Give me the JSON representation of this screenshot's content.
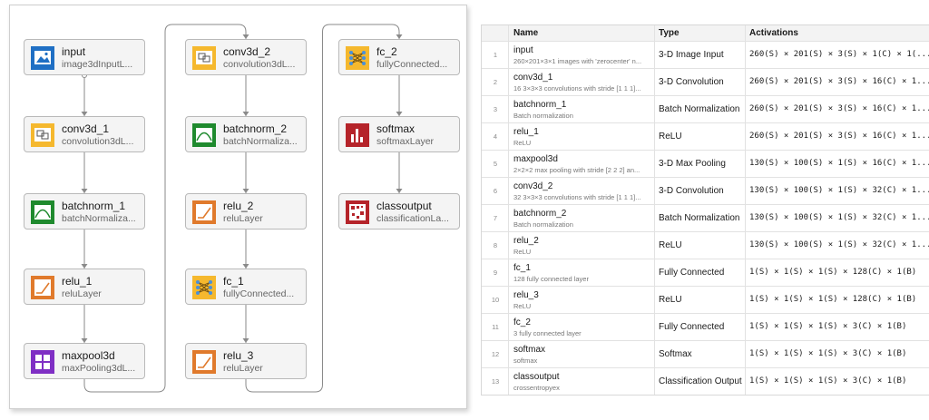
{
  "graph": {
    "nodes": [
      {
        "name": "input",
        "type": "image3dInputL...",
        "icon": "image-input-icon"
      },
      {
        "name": "conv3d_1",
        "type": "convolution3dL...",
        "icon": "convolution-icon"
      },
      {
        "name": "batchnorm_1",
        "type": "batchNormaliza...",
        "icon": "batch-normalization-icon"
      },
      {
        "name": "relu_1",
        "type": "reluLayer",
        "icon": "relu-icon"
      },
      {
        "name": "maxpool3d",
        "type": "maxPooling3dL...",
        "icon": "max-pooling-icon"
      },
      {
        "name": "conv3d_2",
        "type": "convolution3dL...",
        "icon": "convolution-icon"
      },
      {
        "name": "batchnorm_2",
        "type": "batchNormaliza...",
        "icon": "batch-normalization-icon"
      },
      {
        "name": "relu_2",
        "type": "reluLayer",
        "icon": "relu-icon"
      },
      {
        "name": "fc_1",
        "type": "fullyConnected...",
        "icon": "fully-connected-icon"
      },
      {
        "name": "relu_3",
        "type": "reluLayer",
        "icon": "relu-icon"
      },
      {
        "name": "fc_2",
        "type": "fullyConnected...",
        "icon": "fully-connected-icon"
      },
      {
        "name": "softmax",
        "type": "softmaxLayer",
        "icon": "softmax-icon"
      },
      {
        "name": "classoutput",
        "type": "classificationLa...",
        "icon": "classification-output-icon"
      }
    ],
    "colors": {
      "input": "#1f6fc4",
      "conv": "#f5b82e",
      "batchnorm": "#1f8a2e",
      "relu": "#e07a2c",
      "maxpool": "#7f2fc4",
      "fc": "#f5b82e",
      "softmax": "#b5242a",
      "classoutput": "#b5242a",
      "edge": "#8a8a8a"
    }
  },
  "table": {
    "headers": {
      "name": "Name",
      "type": "Type",
      "activations": "Activations"
    },
    "rows": [
      {
        "index": "1",
        "name": "input",
        "desc": "260×201×3×1 images with 'zerocenter' n...",
        "type": "3-D Image Input",
        "activations": "260(S) × 201(S) × 3(S) × 1(C) × 1(..."
      },
      {
        "index": "2",
        "name": "conv3d_1",
        "desc": "16 3×3×3 convolutions with stride [1 1 1]...",
        "type": "3-D Convolution",
        "activations": "260(S) × 201(S) × 3(S) × 16(C) × 1..."
      },
      {
        "index": "3",
        "name": "batchnorm_1",
        "desc": "Batch normalization",
        "type": "Batch Normalization",
        "activations": "260(S) × 201(S) × 3(S) × 16(C) × 1..."
      },
      {
        "index": "4",
        "name": "relu_1",
        "desc": "ReLU",
        "type": "ReLU",
        "activations": "260(S) × 201(S) × 3(S) × 16(C) × 1..."
      },
      {
        "index": "5",
        "name": "maxpool3d",
        "desc": "2×2×2 max pooling with stride [2 2 2] an...",
        "type": "3-D Max Pooling",
        "activations": "130(S) × 100(S) × 1(S) × 16(C) × 1..."
      },
      {
        "index": "6",
        "name": "conv3d_2",
        "desc": "32 3×3×3 convolutions with stride [1 1 1]...",
        "type": "3-D Convolution",
        "activations": "130(S) × 100(S) × 1(S) × 32(C) × 1..."
      },
      {
        "index": "7",
        "name": "batchnorm_2",
        "desc": "Batch normalization",
        "type": "Batch Normalization",
        "activations": "130(S) × 100(S) × 1(S) × 32(C) × 1..."
      },
      {
        "index": "8",
        "name": "relu_2",
        "desc": "ReLU",
        "type": "ReLU",
        "activations": "130(S) × 100(S) × 1(S) × 32(C) × 1..."
      },
      {
        "index": "9",
        "name": "fc_1",
        "desc": "128 fully connected layer",
        "type": "Fully Connected",
        "activations": "1(S) × 1(S) × 1(S) × 128(C) × 1(B)"
      },
      {
        "index": "10",
        "name": "relu_3",
        "desc": "ReLU",
        "type": "ReLU",
        "activations": "1(S) × 1(S) × 1(S) × 128(C) × 1(B)"
      },
      {
        "index": "11",
        "name": "fc_2",
        "desc": "3 fully connected layer",
        "type": "Fully Connected",
        "activations": "1(S) × 1(S) × 1(S) × 3(C) × 1(B)"
      },
      {
        "index": "12",
        "name": "softmax",
        "desc": "softmax",
        "type": "Softmax",
        "activations": "1(S) × 1(S) × 1(S) × 3(C) × 1(B)"
      },
      {
        "index": "13",
        "name": "classoutput",
        "desc": "crossentropyex",
        "type": "Classification Output",
        "activations": "1(S) × 1(S) × 1(S) × 3(C) × 1(B)"
      }
    ]
  }
}
